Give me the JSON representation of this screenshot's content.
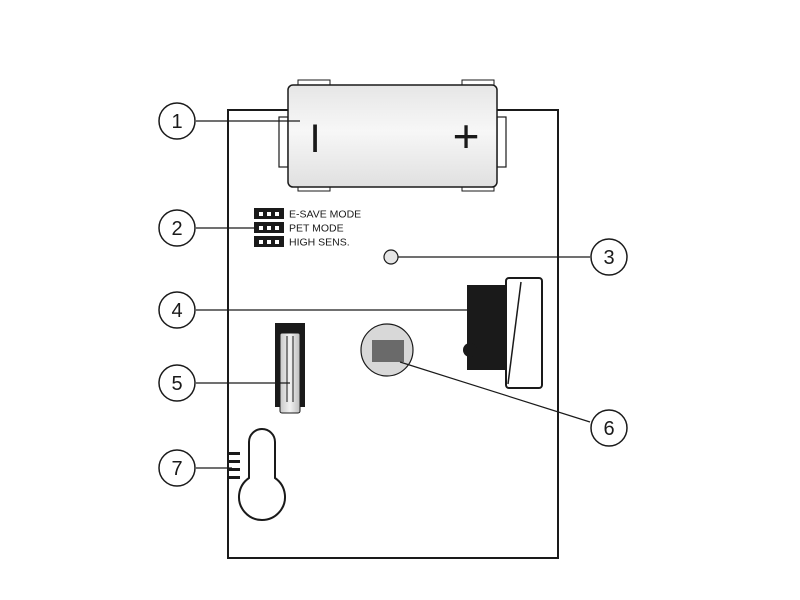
{
  "jumpers": {
    "labels": [
      "E-SAVE MODE",
      "PET MODE",
      "HIGH SENS."
    ]
  },
  "battery": {
    "minus_symbol": "I",
    "plus_symbol": "+"
  },
  "callouts": [
    {
      "number": "1",
      "target": "battery"
    },
    {
      "number": "2",
      "target": "jumper-block"
    },
    {
      "number": "3",
      "target": "led-indicator"
    },
    {
      "number": "4",
      "target": "tamper-switch"
    },
    {
      "number": "5",
      "target": "spring-clip"
    },
    {
      "number": "6",
      "target": "pir-sensor"
    },
    {
      "number": "7",
      "target": "keyhole-mount"
    }
  ],
  "colors": {
    "line": "#1a1a1a",
    "battery_fill": "#efefef",
    "sensor_fill": "#d8d8d8",
    "sensor_window": "#6a6a6a",
    "switch_body": "#1a1a1a"
  }
}
